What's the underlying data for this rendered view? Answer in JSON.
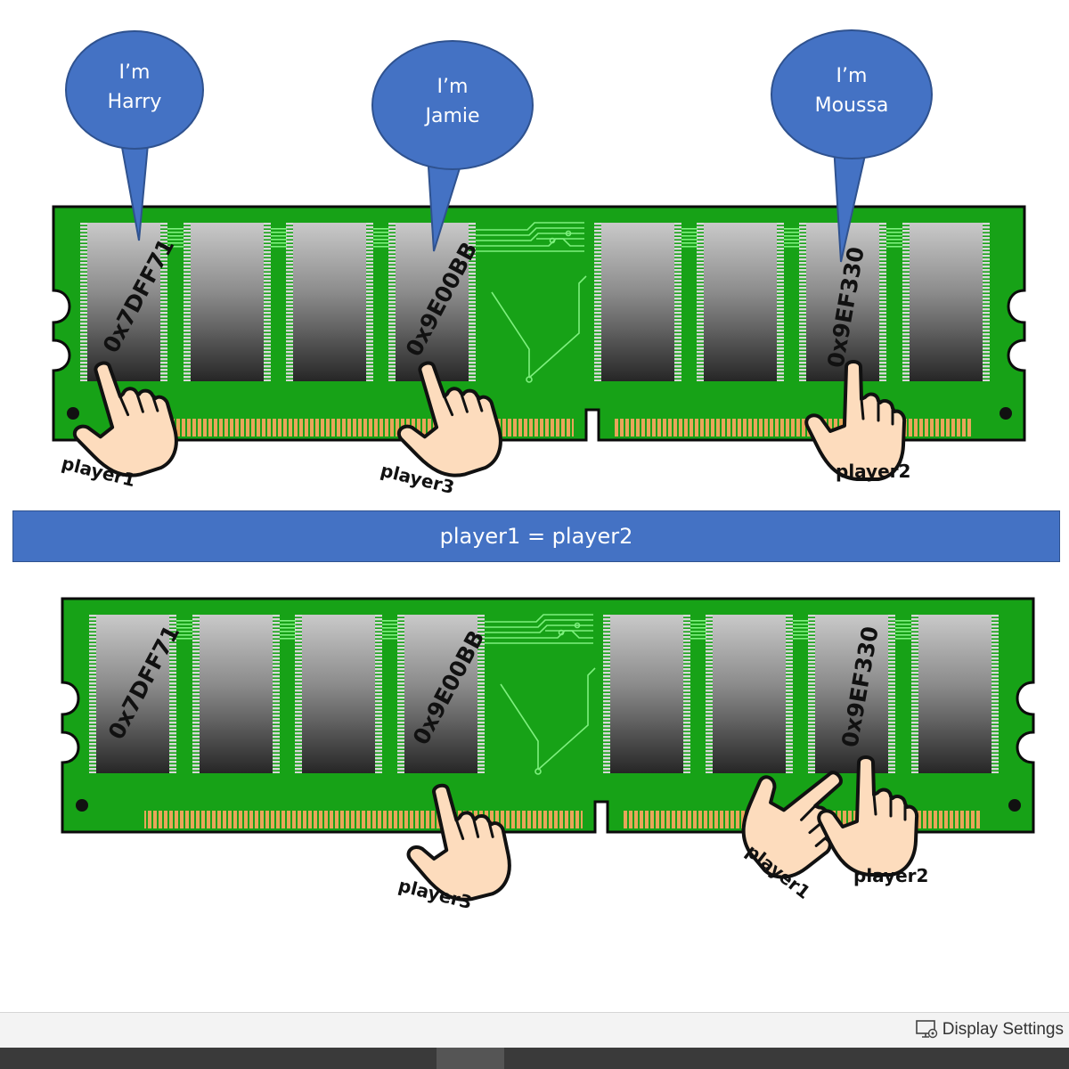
{
  "bubbles": [
    {
      "line1": "I’m",
      "line2": "Harry"
    },
    {
      "line1": "I’m",
      "line2": "Jamie"
    },
    {
      "line1": "I’m",
      "line2": "Moussa"
    }
  ],
  "addresses": [
    "0x7DFF71",
    "0x9E00BB",
    "0x9EF330"
  ],
  "top_players": [
    "player1",
    "player3",
    "player2"
  ],
  "banner": "player1 = player2",
  "bottom_players": [
    "player3",
    "player1",
    "player2"
  ],
  "status": {
    "display_settings": "Display Settings"
  },
  "colors": {
    "pcb": "#17a217",
    "bubble": "#4472c4",
    "chip_dark": "#2a2a2a",
    "pins": "#e8a65a",
    "hand": "#fddcbd"
  }
}
